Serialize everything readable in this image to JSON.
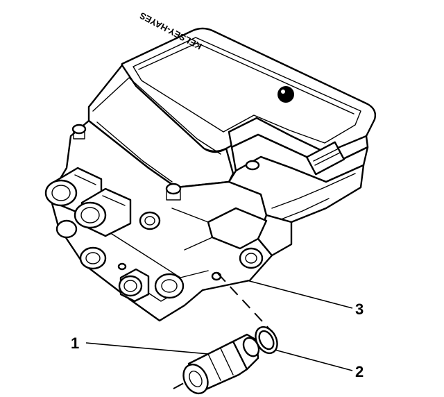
{
  "diagram": {
    "module_brand": "KELSEY-HAYES",
    "callouts": [
      {
        "id": "1",
        "label": "1"
      },
      {
        "id": "2",
        "label": "2"
      },
      {
        "id": "3",
        "label": "3"
      }
    ]
  }
}
